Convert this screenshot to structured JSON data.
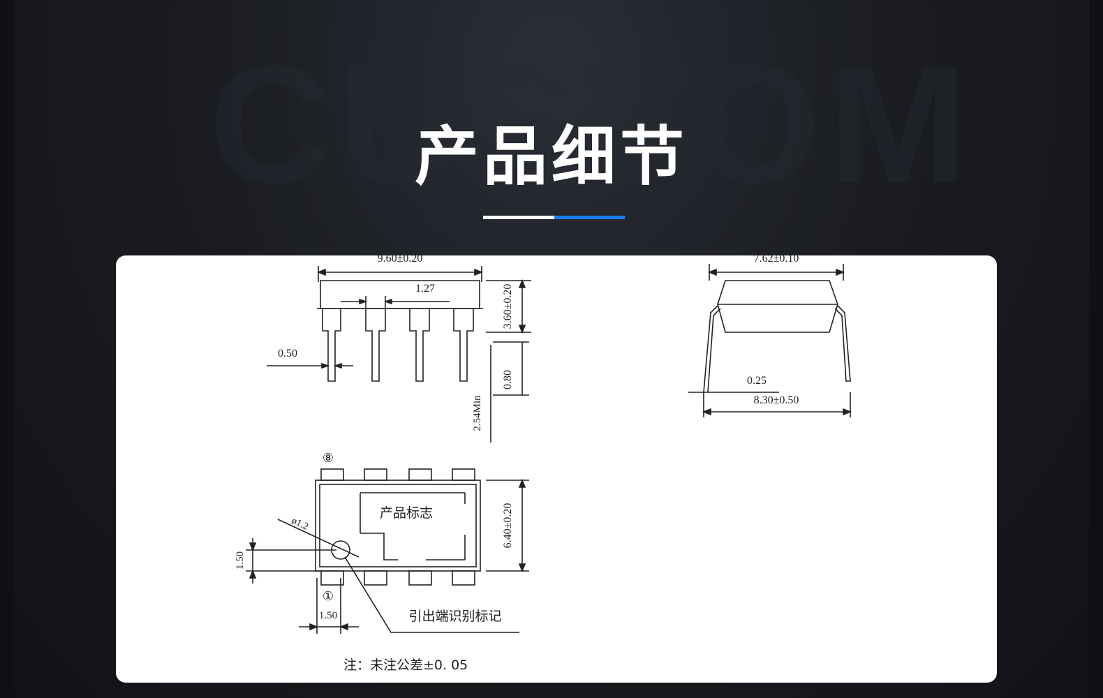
{
  "page": {
    "title": "产品细节"
  },
  "diagram": {
    "front_view": {
      "dim_width": "9.60±0.20",
      "dim_pitch": "1.27",
      "dim_height": "3.60±0.20",
      "dim_pin_width": "0.50",
      "dim_standoff": "0.80",
      "dim_lead_length": "2.54Min"
    },
    "side_view": {
      "dim_body_width": "7.62±0.10",
      "dim_lead_thickness": "0.25",
      "dim_row_spacing": "8.30±0.50"
    },
    "top_view": {
      "pin_8_label": "⑧",
      "pin_1_label": "①",
      "marking_label": "产品标志",
      "dim_dot_diameter": "ø1.2",
      "dim_pin1_offset_y": "1.50",
      "dim_pin1_offset_x": "1.50",
      "dim_body_length": "6.40±0.20",
      "pin1_mark_label": "引出端识别标记"
    },
    "note": "注：未注公差±0. 05"
  }
}
